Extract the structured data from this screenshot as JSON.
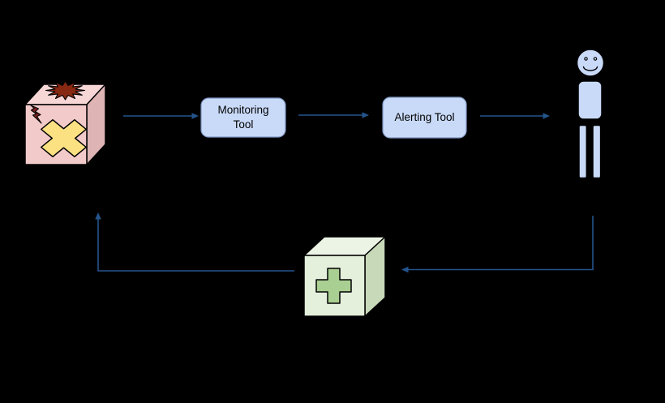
{
  "canvas": {
    "background_color": "#000000"
  },
  "flow": {
    "arrow_color": "#24548c",
    "incident_cube": {
      "name": "failing system cube",
      "top_color": "#f7d6d6",
      "front_color": "#f3caca",
      "side_color": "#deb4b4",
      "explosion_color": "#872812",
      "bolt_color": "#7c2020",
      "x_mark_color": "#fce183"
    },
    "monitoring_tool": {
      "label": "Monitoring Tool",
      "fill_color": "#c9daf8"
    },
    "alerting_tool": {
      "label": "Alerting Tool",
      "fill_color": "#c9daf8"
    },
    "person": {
      "name": "on-call person",
      "fill_color": "#c9daf8"
    },
    "fix_cube": {
      "name": "fix cube",
      "top_color": "#ecf4e6",
      "front_color": "#e4efdc",
      "side_color": "#c8d9ba",
      "plus_color": "#a9cf92"
    }
  }
}
